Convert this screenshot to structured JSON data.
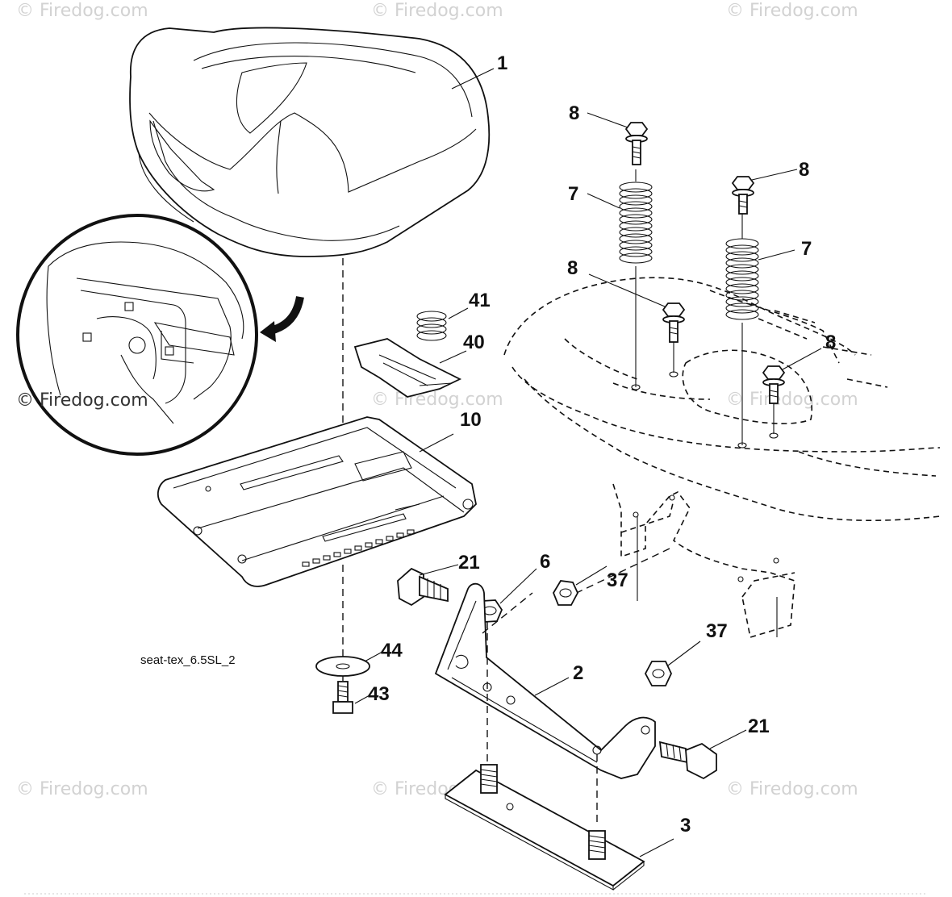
{
  "watermarks": [
    "© Firedog.com",
    "© Firedog.com",
    "© Firedog.com",
    "© Firedog.com",
    "© Firedog.com",
    "© Firedog.com",
    "© Firedog.com",
    "© Firedog.com",
    "© Firedog.com"
  ],
  "detail_watermark": "© Firedog.com",
  "caption": "seat-tex_6.5SL_2",
  "callouts": {
    "seat": "1",
    "bracket": "2",
    "plate": "3",
    "nut_6": "6",
    "spring_left": "7",
    "spring_right": "7",
    "bolt_8_a": "8",
    "bolt_8_b": "8",
    "bolt_8_c": "8",
    "bolt_8_d": "8",
    "seat_pan": "10",
    "bolt_21_left": "21",
    "bolt_21_right": "21",
    "nut_37_upper": "37",
    "nut_37_lower": "37",
    "clip_40": "40",
    "spring_41": "41",
    "bolt_43": "43",
    "washer_44": "44"
  }
}
